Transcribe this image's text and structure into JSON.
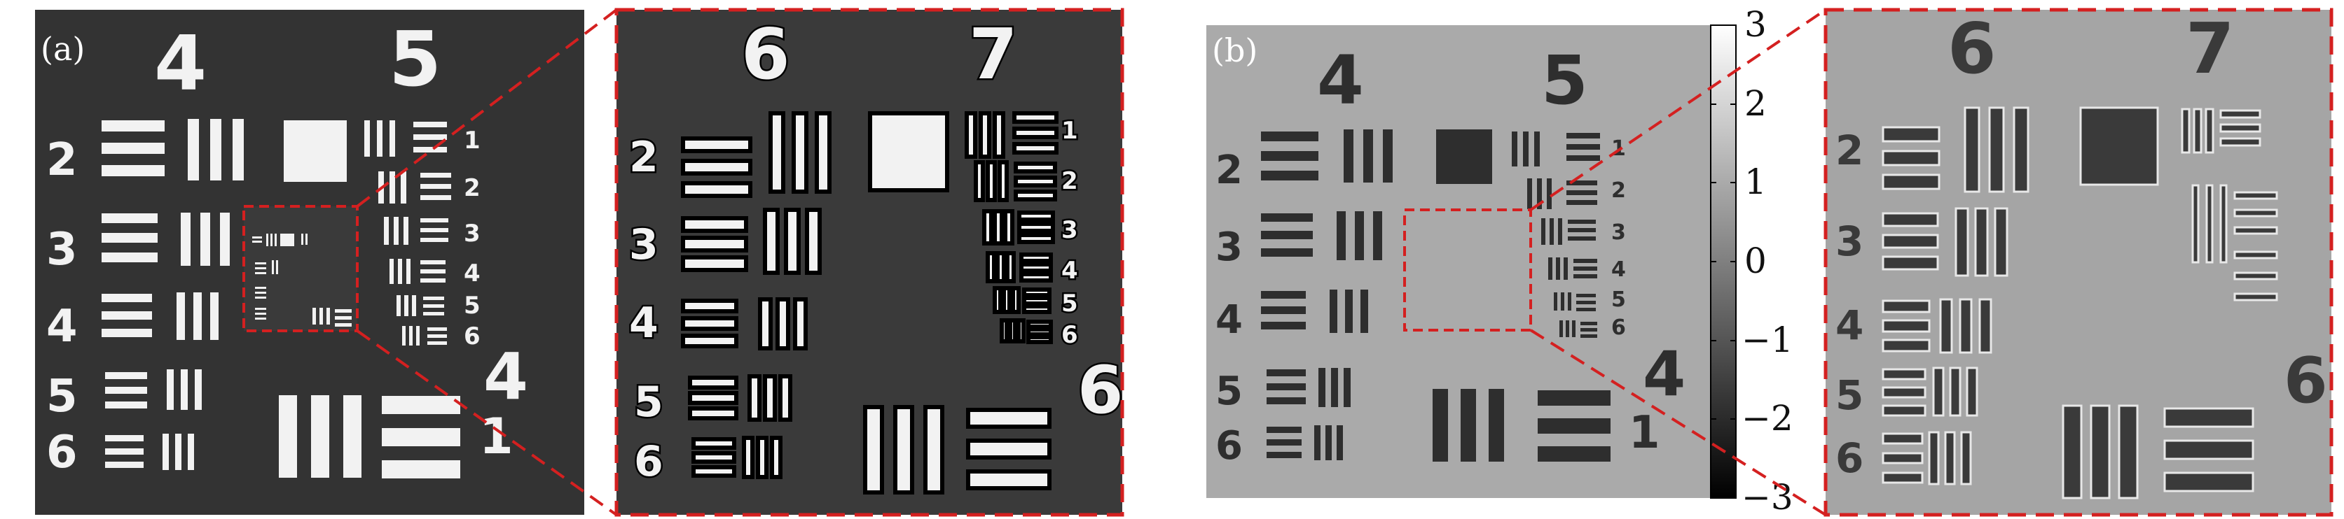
{
  "figure": {
    "panel_a": {
      "label": "(a)"
    },
    "panel_b": {
      "label": "(b)"
    },
    "target_numbers": {
      "group_top_left": "4",
      "group_top_right": "5",
      "group_right": "4",
      "zoom_top_left": "6",
      "zoom_top_right": "7",
      "zoom_right": "6",
      "element_rows": [
        "2",
        "3",
        "4",
        "5",
        "6"
      ],
      "right_column": [
        "1",
        "2",
        "3",
        "4",
        "5",
        "6"
      ],
      "bottom_right_element": "1"
    },
    "colorbar": {
      "ticks": [
        "3",
        "2",
        "1",
        "0",
        "−1",
        "−2",
        "−3"
      ]
    },
    "colors": {
      "zoom_outline": "#d42020",
      "panel_a_bg": "#333333",
      "panel_b_bg": "#aaaaaa",
      "bars_a": "#f2f2f2",
      "bars_b": "#2e2e2e"
    }
  }
}
